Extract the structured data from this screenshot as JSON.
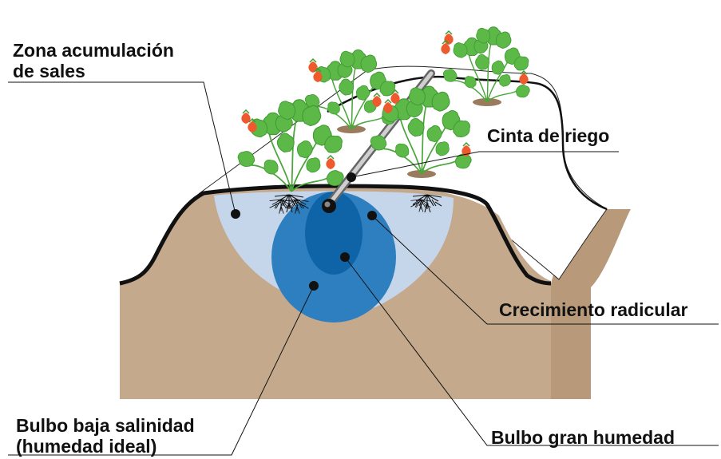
{
  "labels": {
    "salt_zone_line1": "Zona acumulación",
    "salt_zone_line2": "de sales",
    "irrigation_tape": "Cinta de riego",
    "root_growth": "Crecimiento radicular",
    "low_salinity_line1": "Bulbo baja salinidad",
    "low_salinity_line2": "(humedad ideal)",
    "high_moisture": "Bulbo gran humedad"
  },
  "colors": {
    "soil": "#c5a98c",
    "soil_dark": "#b89a7b",
    "mulch": "#ffffff",
    "mulch_edge": "#111111",
    "salt_zone": "#c6d6ea",
    "low_salinity_bulb": "#2e7fc0",
    "high_moisture_bulb": "#0f64a8",
    "leaf": "#5cb847",
    "leaf_dark": "#3f9a32",
    "strawberry": "#ee5a2e",
    "planting_hole": "#9b7b5e"
  },
  "icons": [
    "strawberry-plant-icon",
    "drip-tape-icon",
    "root-system-icon"
  ]
}
